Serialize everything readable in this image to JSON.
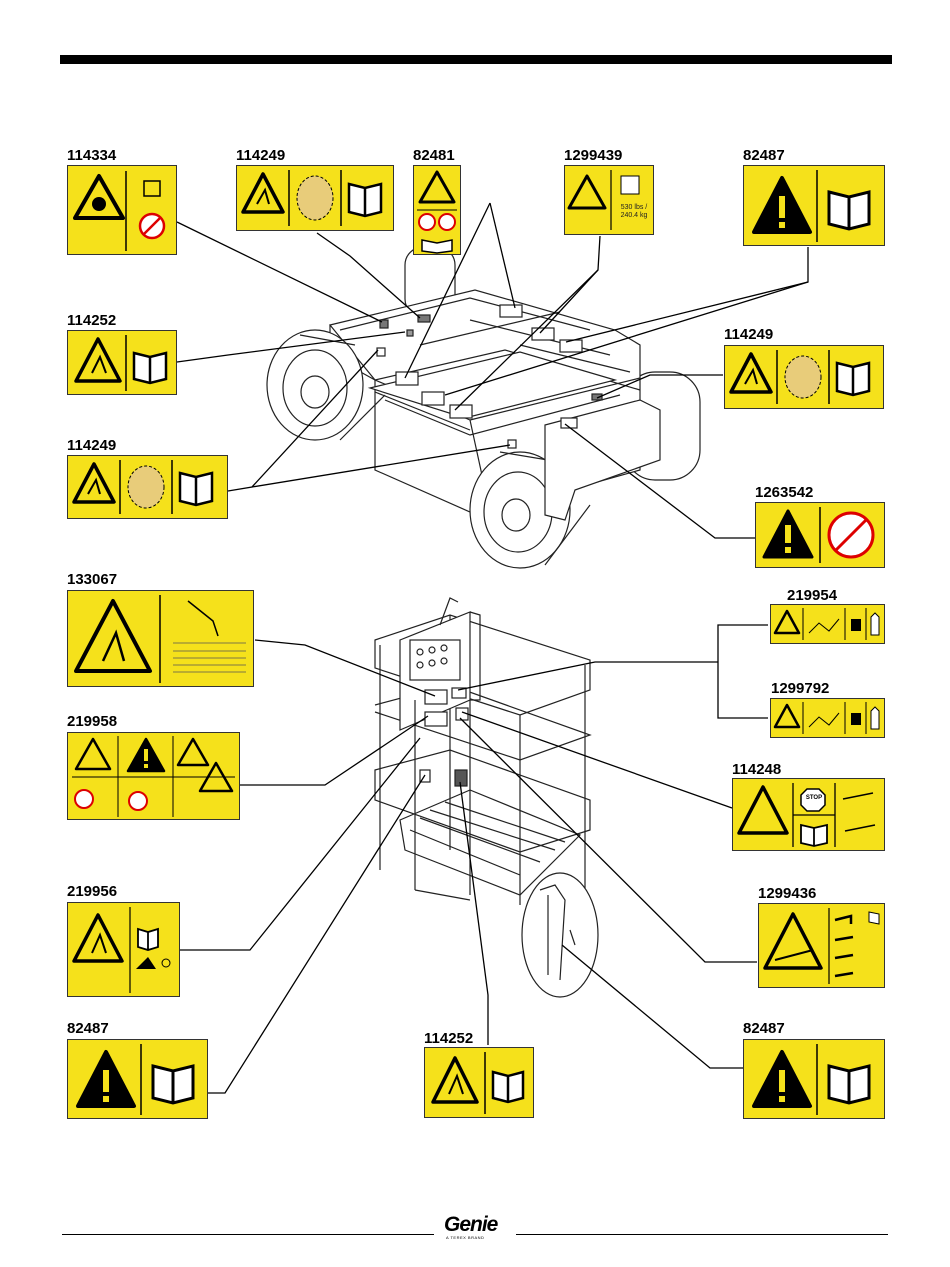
{
  "labels": {
    "l114334": "114334",
    "l114249a": "114249",
    "l82481": "82481",
    "l1299439": "1299439",
    "l82487a": "82487",
    "l114252a": "114252",
    "l114249b": "114249",
    "l114249c": "114249",
    "l1263542": "1263542",
    "l133067": "133067",
    "l219954": "219954",
    "l1299792": "1299792",
    "l219958": "219958",
    "l114248": "114248",
    "l219956": "219956",
    "l1299436": "1299436",
    "l82487b": "82487",
    "l114252b": "114252",
    "l82487c": "82487"
  },
  "decal_text": {
    "weight": "530 lbs /\n240.4 kg",
    "stop": "STOP"
  },
  "logo": {
    "name": "Genie",
    "tagline": "A TEREX BRAND"
  },
  "colors": {
    "decal_yellow": "#f5e11b",
    "ink": "#000000"
  }
}
